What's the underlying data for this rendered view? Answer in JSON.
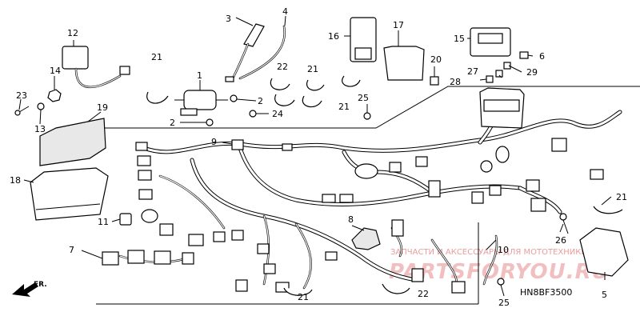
{
  "diagram": {
    "code": "HN8BF3500",
    "direction": "FR.",
    "watermark": {
      "line1": "ЗАПЧАСТИ И АКСЕССУАРЫ ДЛЯ МОТОТЕХНИКИ",
      "line2": "PARTSFORYOU.RU"
    },
    "callouts": {
      "c1": "1",
      "c2a": "2",
      "c2b": "2",
      "c3": "3",
      "c4": "4",
      "c5": "5",
      "c6": "6",
      "c7": "7",
      "c8": "8",
      "c9": "9",
      "c10": "10",
      "c11": "11",
      "c12": "12",
      "c13": "13",
      "c14": "14",
      "c15": "15",
      "c16": "16",
      "c17": "17",
      "c18": "18",
      "c19": "19",
      "c20": "20",
      "c21a": "21",
      "c21b": "21",
      "c21c": "21",
      "c21d": "21",
      "c21e": "21",
      "c22a": "22",
      "c22b": "22",
      "c23": "23",
      "c24": "24",
      "c25a": "25",
      "c25b": "25",
      "c26": "26",
      "c27": "27",
      "c28": "28",
      "c29": "29"
    }
  }
}
